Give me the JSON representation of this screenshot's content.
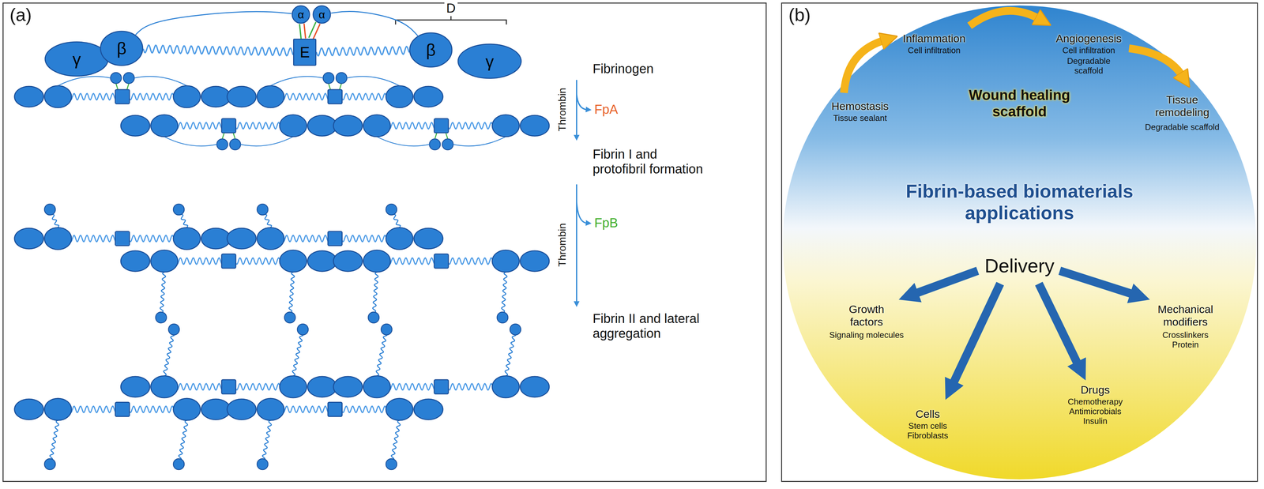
{
  "diagram": {
    "nodes": [
      {
        "text": [
          "(a)"
        ]
      },
      {
        "text": [
          "α"
        ],
        "in": 0
      },
      {
        "text": [
          "α"
        ],
        "in": 0
      },
      {
        "text": [
          "γ"
        ],
        "in": 0
      },
      {
        "text": [
          "β"
        ],
        "in": 0
      },
      {
        "text": [
          "E"
        ],
        "in": 0
      },
      {
        "text": [
          "β"
        ],
        "in": 0
      },
      {
        "text": [
          "γ"
        ],
        "in": 0
      },
      {
        "text": [
          "(b)"
        ]
      },
      {
        "text": [
          "Inflammation",
          "Cell infiltration",
          "Angiogenesis",
          "Cell infiltration",
          "Degradable scaffold",
          "Hemostasis",
          "Tissue sealant",
          "Wound healing scaffold",
          "Tissue remodeling",
          "Degradable scaffold",
          "Fibrin-based biomaterials applications",
          "Delivery",
          "Growth factors",
          "Signaling molecules",
          "Mechanical modifiers",
          "Crosslinkers Protein",
          "Cells",
          "Stem cells Fibroblasts",
          "Drugs",
          "Chemotherapy Antimicrobials Insulin"
        ],
        "in": 8
      }
    ],
    "edges": [
      {
        "from": 4,
        "to": 5,
        "arrow": "none"
      },
      {
        "from": 5,
        "to": 6,
        "arrow": "none"
      },
      {
        "from": 5,
        "to": 1,
        "arrow": "none"
      },
      {
        "from": 5,
        "to": 2,
        "arrow": "none"
      },
      {
        "from": 4,
        "to": 1,
        "arrow": "none"
      },
      {
        "from": 6,
        "to": 2,
        "arrow": "none"
      }
    ],
    "labels": [
      "D",
      "Fibrinogen",
      "Thrombin",
      "FpA",
      "Fibrin I and protofibril formation",
      "Thrombin",
      "FpB",
      "Fibrin II and lateral aggregation"
    ]
  }
}
